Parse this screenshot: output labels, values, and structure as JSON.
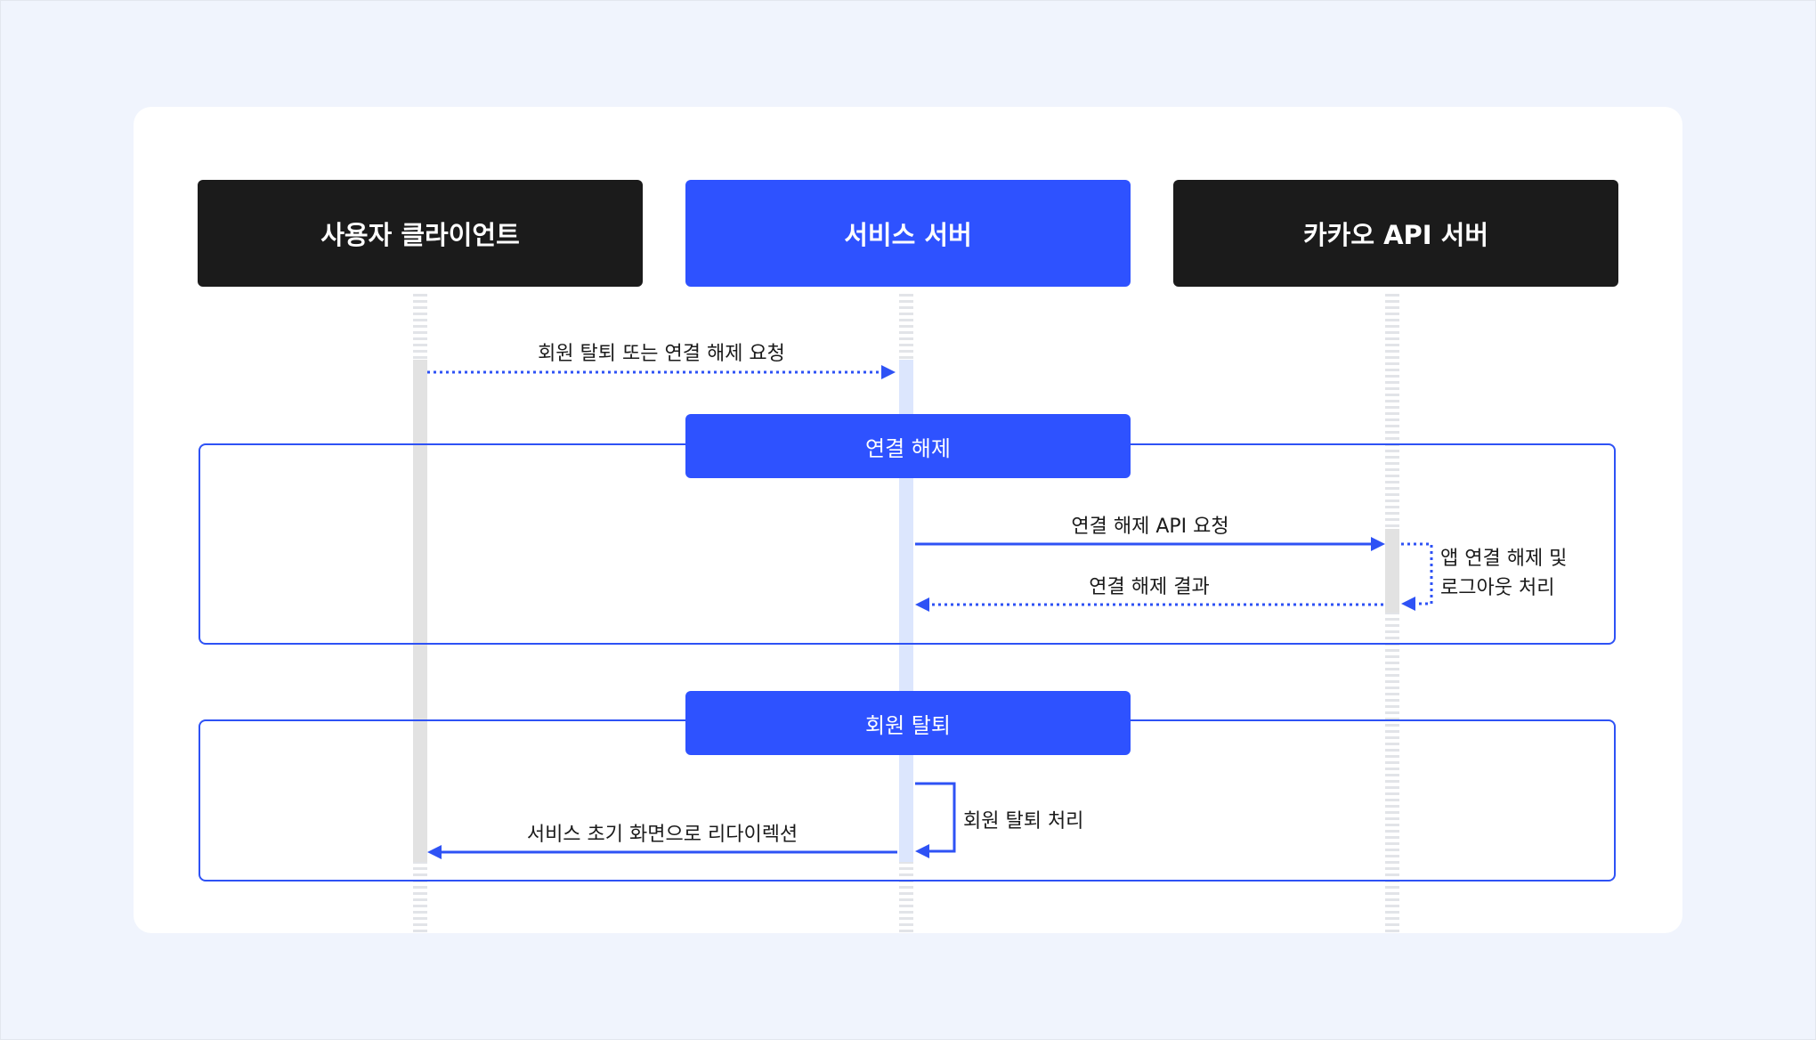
{
  "participants": {
    "client": "사용자 클라이언트",
    "service": "서비스 서버",
    "kakao": "카카오 API 서버"
  },
  "fragments": {
    "unlink": "연결 해제",
    "withdraw": "회원 탈퇴"
  },
  "messages": {
    "request": "회원 탈퇴 또는 연결 해제 요청",
    "unlink_api": "연결 해제 API 요청",
    "unlink_result": "연결 해제 결과",
    "kakao_self_line1": "앱 연결 해제 및",
    "kakao_self_line2": "로그아웃 처리",
    "withdraw_self": "회원 탈퇴 처리",
    "redirect": "서비스 초기 화면으로 리다이렉션"
  },
  "colors": {
    "accent": "#2e52ff",
    "dark": "#1b1b1b",
    "background": "#f0f4fd"
  }
}
